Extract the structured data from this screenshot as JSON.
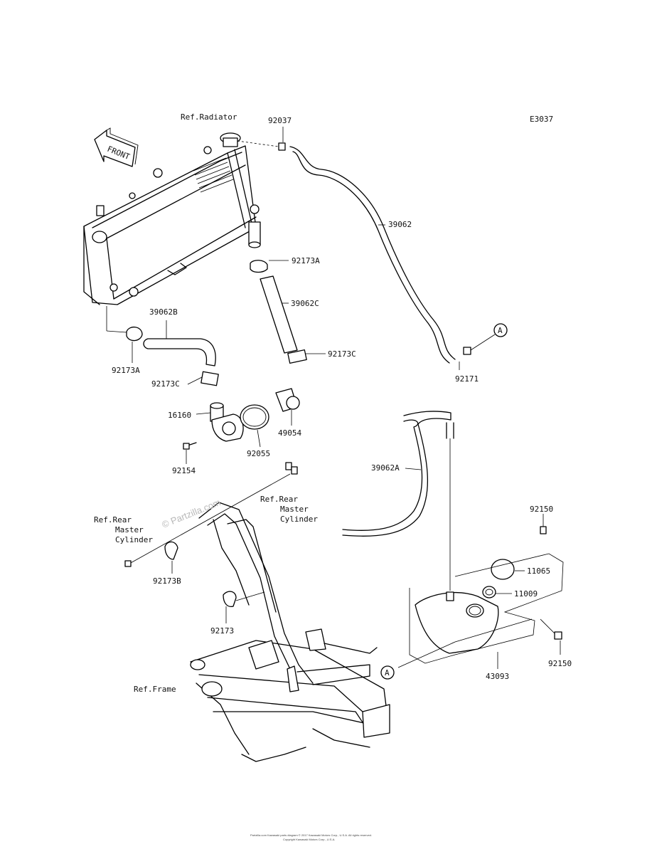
{
  "diagram": {
    "code": "E3037",
    "front_arrow": "FRONT",
    "watermark": "© Partzilla.com",
    "footer_line1": "Partzilla.com Kawasaki parts diagram © 2017 Kawasaki Motors Corp., U.S.A. All rights reserved.",
    "footer_line2": "Copyright Kawasaki Motors Corp., U.S.A.",
    "refs": {
      "radiator": "Ref.Radiator",
      "rear_master_right": [
        "Ref.Rear",
        "Master",
        "Cylinder"
      ],
      "rear_master_left": [
        "Ref.Rear",
        "Master",
        "Cylinder"
      ],
      "frame": "Ref.Frame"
    },
    "parts": {
      "p92037": "92037",
      "p39062": "39062",
      "p92173A_top": "92173A",
      "p39062C": "39062C",
      "p92173C_right": "92173C",
      "p92171": "92171",
      "p39062B": "39062B",
      "p92173A_left": "92173A",
      "p92173C_left": "92173C",
      "p16160": "16160",
      "p92154": "92154",
      "p92055": "92055",
      "p49054": "49054",
      "p39062A": "39062A",
      "p92150_top": "92150",
      "p11065": "11065",
      "p11009": "11009",
      "p43093": "43093",
      "p92150_bottom": "92150",
      "p92173B": "92173B",
      "p92173": "92173"
    },
    "callouts": {
      "a_top": "A",
      "a_bottom": "A"
    }
  }
}
